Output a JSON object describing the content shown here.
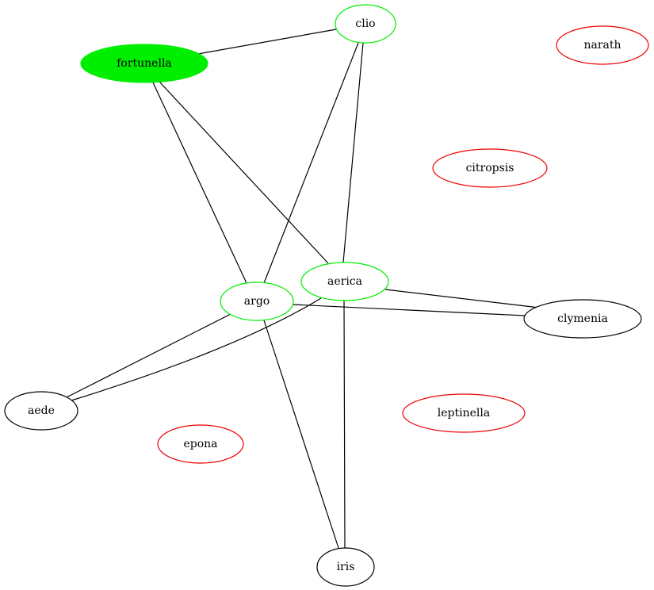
{
  "graph": {
    "nodes": [
      {
        "id": "clio",
        "label": "clio",
        "stroke": "#00ee00",
        "fill": "#ffffff"
      },
      {
        "id": "fortunella",
        "label": "fortunella",
        "stroke": "#00ee00",
        "fill": "#00ee00"
      },
      {
        "id": "narath",
        "label": "narath",
        "stroke": "#ee0000",
        "fill": "#ffffff"
      },
      {
        "id": "citropsis",
        "label": "citropsis",
        "stroke": "#ee0000",
        "fill": "#ffffff"
      },
      {
        "id": "aerica",
        "label": "aerica",
        "stroke": "#00ee00",
        "fill": "#ffffff"
      },
      {
        "id": "argo",
        "label": "argo",
        "stroke": "#00ee00",
        "fill": "#ffffff"
      },
      {
        "id": "clymenia",
        "label": "clymenia",
        "stroke": "#000000",
        "fill": "#ffffff"
      },
      {
        "id": "aede",
        "label": "aede",
        "stroke": "#000000",
        "fill": "#ffffff"
      },
      {
        "id": "leptinella",
        "label": "leptinella",
        "stroke": "#ee0000",
        "fill": "#ffffff"
      },
      {
        "id": "epona",
        "label": "epona",
        "stroke": "#ee0000",
        "fill": "#ffffff"
      },
      {
        "id": "iris",
        "label": "iris",
        "stroke": "#000000",
        "fill": "#ffffff"
      }
    ],
    "edges": [
      [
        "fortunella",
        "clio"
      ],
      [
        "fortunella",
        "argo"
      ],
      [
        "fortunella",
        "aerica"
      ],
      [
        "clio",
        "argo"
      ],
      [
        "clio",
        "aerica"
      ],
      [
        "aerica",
        "clymenia"
      ],
      [
        "argo",
        "clymenia"
      ],
      [
        "argo",
        "aede"
      ],
      [
        "aerica",
        "aede"
      ],
      [
        "argo",
        "iris"
      ],
      [
        "aerica",
        "iris"
      ]
    ]
  }
}
